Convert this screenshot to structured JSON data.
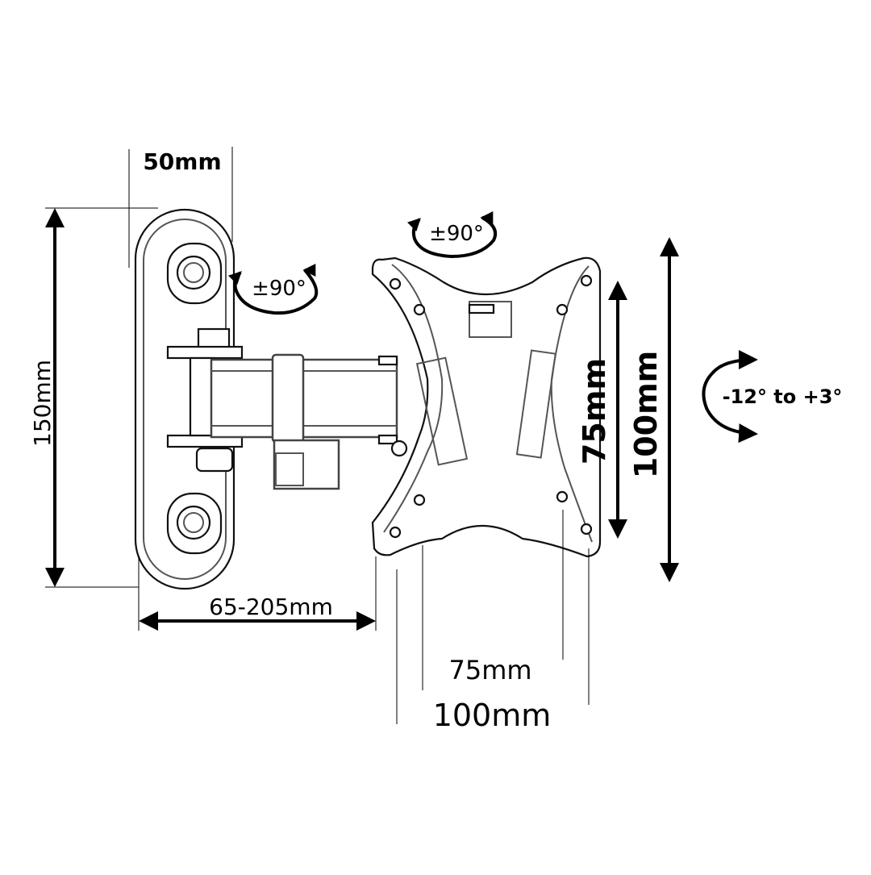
{
  "labels": {
    "wall_plate_width": "50mm",
    "wall_plate_height": "150mm",
    "extension": "65-205mm",
    "swivel_wall": "±90°",
    "rotation_plate": "±90°",
    "tilt": "-12° to +3°",
    "vesa_vertical_small": "75mm",
    "vesa_vertical_large": "100mm",
    "vesa_horizontal_small": "75mm",
    "vesa_horizontal_large": "100mm"
  }
}
